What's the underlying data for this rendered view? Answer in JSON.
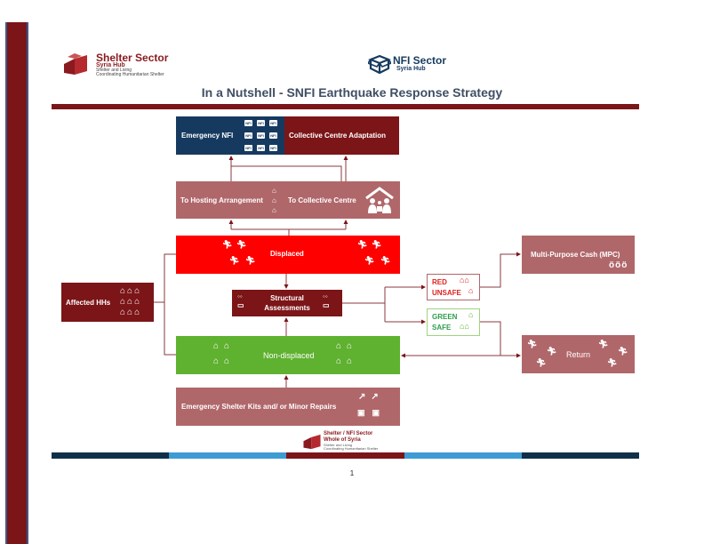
{
  "header": {
    "shelter_logo": {
      "name": "Shelter Sector",
      "hub": "Syria Hub",
      "tag1": "Shelter and Living",
      "tag2": "Coordinating Humanitarian Shelter"
    },
    "nfi_logo": {
      "name": "NFI Sector",
      "hub": "Syria Hub"
    },
    "title": "In a Nutshell - SNFI Earthquake Response Strategy"
  },
  "diagram": {
    "emergency_nfi": "Emergency NFI",
    "nfi_chip": "NFI",
    "collective_centre_adaptation": "Collective Centre Adaptation",
    "to_hosting": "To Hosting Arrangement",
    "to_collective": "To Collective Centre",
    "displaced": "Displaced",
    "affected_hhs": "Affected HHs",
    "structural_1": "Structural",
    "structural_2": "Assessments",
    "red_1": "RED",
    "red_2": "UNSAFE",
    "green_1": "GREEN",
    "green_2": "SAFE",
    "non_displaced": "Non-displaced",
    "emergency_shelter": "Emergency Shelter Kits and/ or Minor Repairs",
    "mpc": "Multi-Purpose Cash (MPC)",
    "return": "Return"
  },
  "colors": {
    "dark_red": "#7b1518",
    "navy": "#163a5f",
    "rose": "#b0676a",
    "red": "#ff0000",
    "green": "#5fb130",
    "light_blue": "#3e9bd3"
  },
  "footer": {
    "logo_line1": "Shelter / NFI Sector",
    "logo_line2": "Whole of Syria",
    "logo_line3": "Shelter and Living",
    "logo_line4": "Coordinating Humanitarian Shelter",
    "page_number": "1"
  }
}
